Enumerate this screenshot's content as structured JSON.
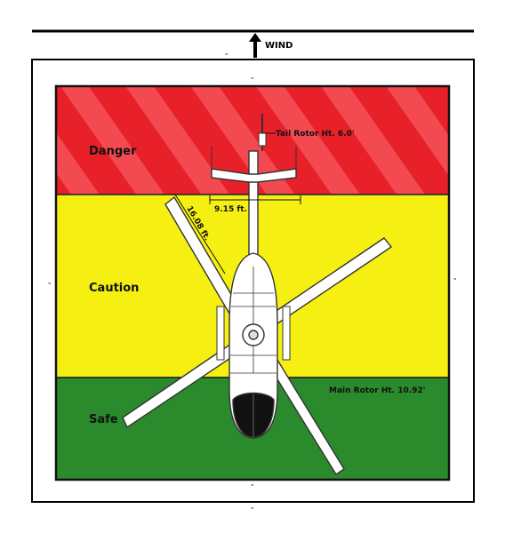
{
  "wind": {
    "label": "WIND"
  },
  "zones": [
    {
      "label": "Danger",
      "color": "#e8202a",
      "stripe": "#f24a50"
    },
    {
      "label": "Caution",
      "color": "#f5ef12"
    },
    {
      "label": "Safe",
      "color": "#2a8a2c"
    }
  ],
  "dimensions": {
    "outer_marks": [
      "\"",
      "\"",
      "\"",
      "\""
    ],
    "inner_marks": [
      "\"",
      "\"",
      "\"",
      "\""
    ],
    "tail_rotor_height": "Tail Rotor Ht. 6.0'",
    "tail_span": "9.15 ft.",
    "blade_length": "16.08 ft.",
    "main_rotor_height": "Main Rotor Ht. 10.92'"
  },
  "colors": {
    "frame": "#000000",
    "zone_border": "#222222",
    "aircraft_fill": "#ffffff",
    "aircraft_stroke": "#333333",
    "canopy": "#111111"
  }
}
